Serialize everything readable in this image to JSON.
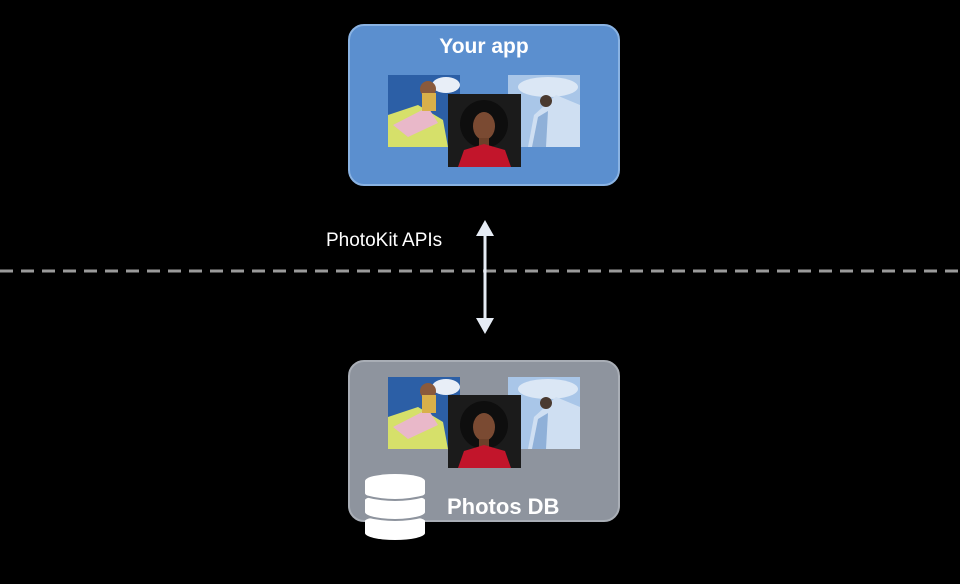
{
  "app_box": {
    "title": "Your app"
  },
  "connection": {
    "label": "PhotoKit APIs"
  },
  "db_box": {
    "title": "Photos DB",
    "icon": "database-icon"
  },
  "photos": [
    {
      "name": "photo-person-looking-up",
      "description_icon": "photo-icon"
    },
    {
      "name": "photo-portrait",
      "description_icon": "photo-icon"
    },
    {
      "name": "photo-sky",
      "description_icon": "photo-icon"
    }
  ],
  "colors": {
    "background": "#000000",
    "app_box": "#5b8fcf",
    "db_box": "#8e949e",
    "divider": "#9a9a9a",
    "arrow": "#e6ecf5"
  }
}
